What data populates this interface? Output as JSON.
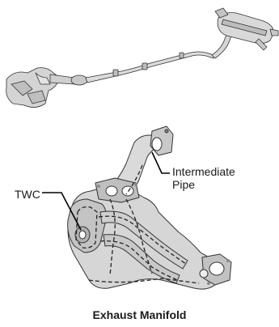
{
  "labels": {
    "intermediate_pipe_line1": "Intermediate",
    "intermediate_pipe_line2": "Pipe",
    "twc": "TWC"
  },
  "caption": "Exhaust Manifold",
  "colors": {
    "part_fill": "#d9d9d9",
    "part_shade": "#b3b3b3",
    "outline": "#333333",
    "dashed": "#222222",
    "leader": "#000000"
  }
}
